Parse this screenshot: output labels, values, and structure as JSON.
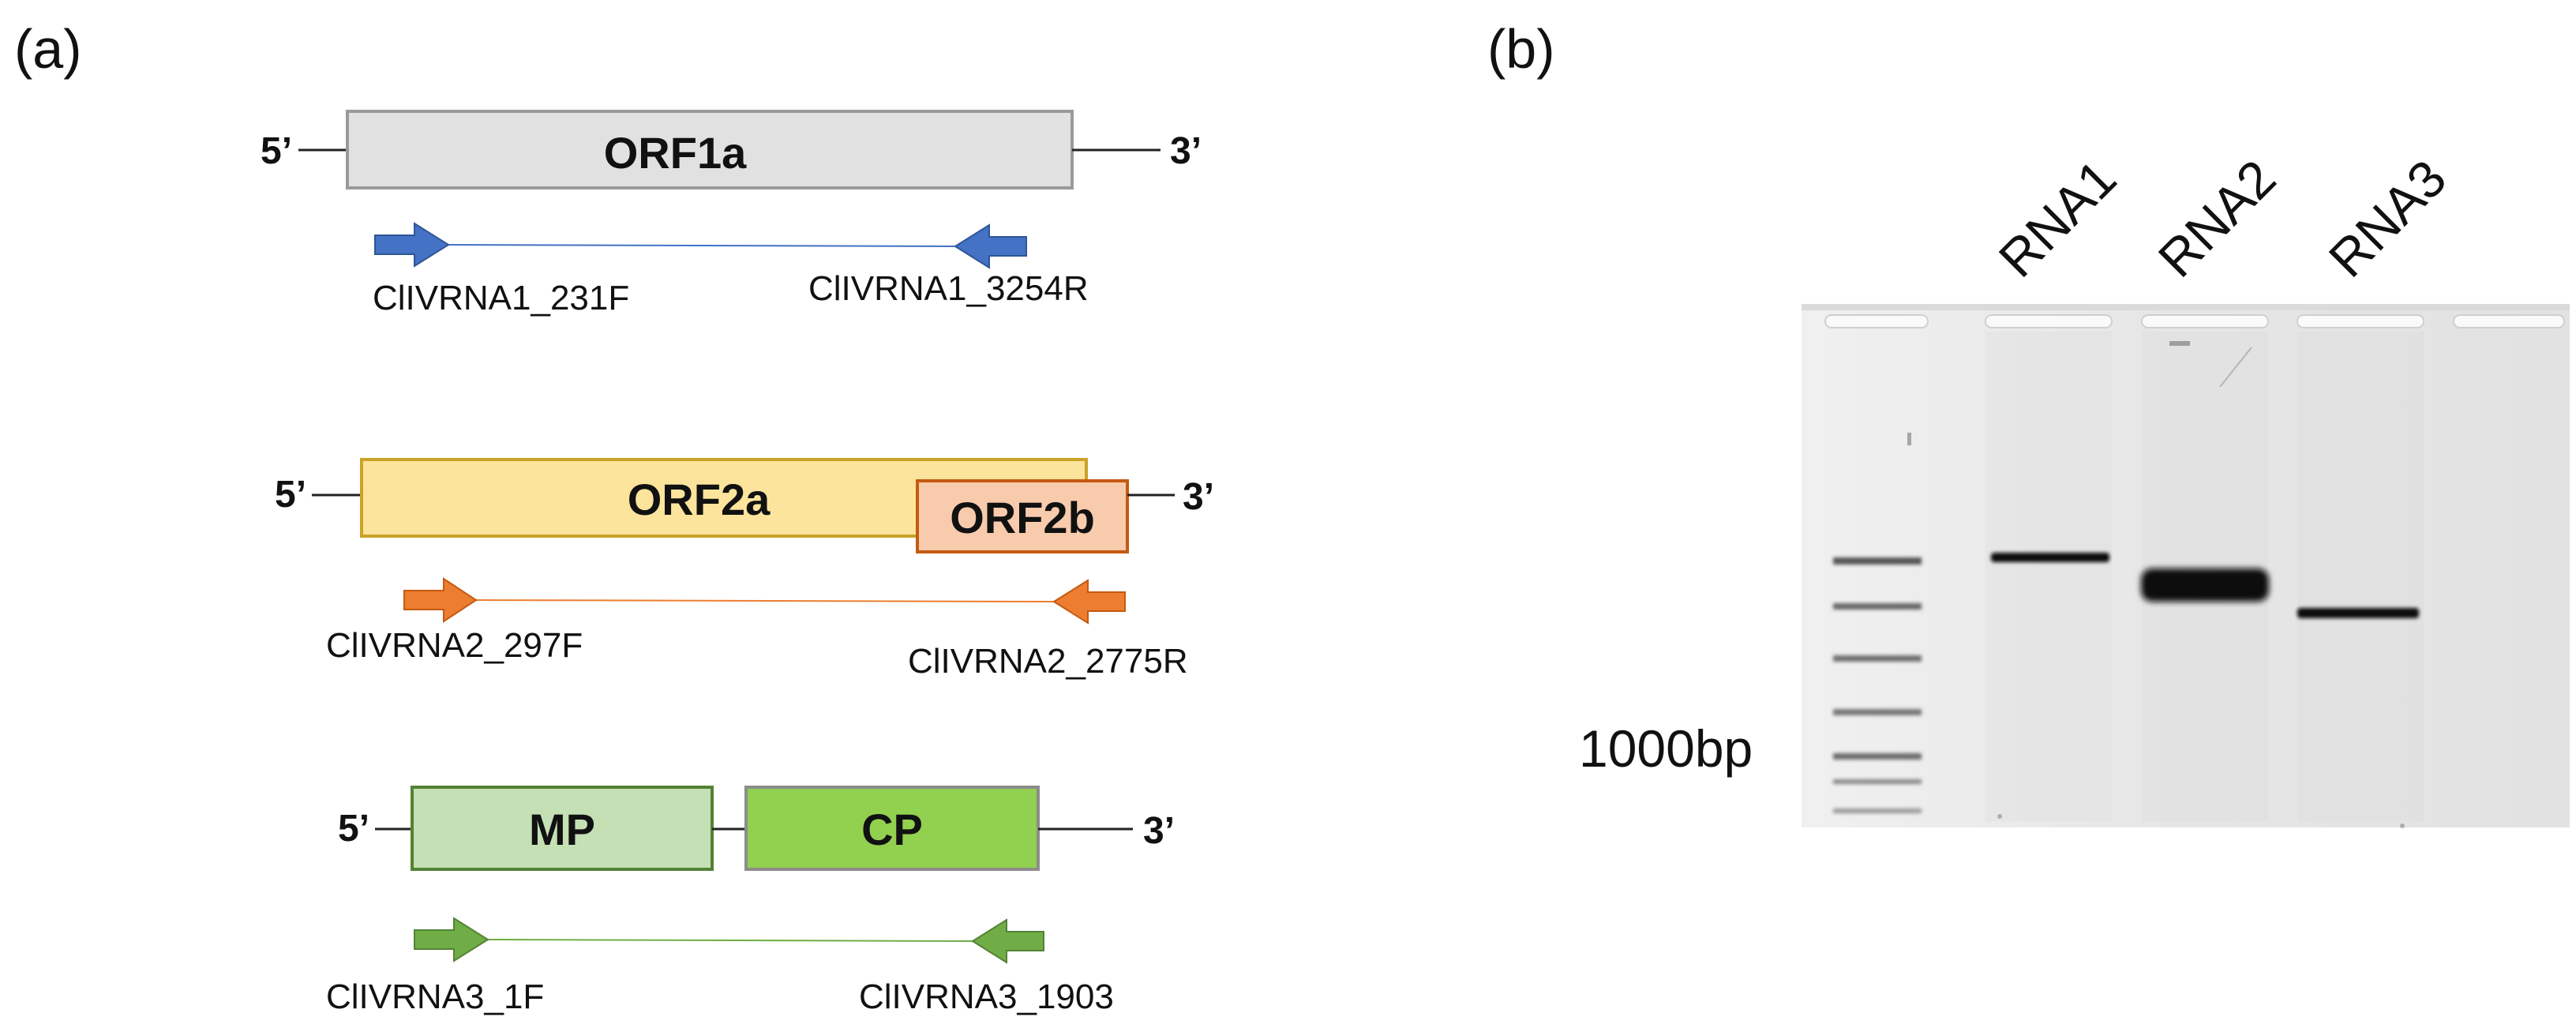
{
  "panel_a": {
    "label": "(a)",
    "five_prime": "5’",
    "three_prime": "3’",
    "rna1": {
      "orf": "ORF1a",
      "primer_f": "ClIVRNA1_231F",
      "primer_r": "ClIVRNA1_3254R",
      "box_fill": "#e1e1e1",
      "box_stroke": "#9a9a9a",
      "arrow_color": "#4472c4",
      "arrow_stroke": "#2f5597"
    },
    "rna2": {
      "orf_a": "ORF2a",
      "orf_b": "ORF2b",
      "primer_f": "ClIVRNA2_297F",
      "primer_r": "ClIVRNA2_2775R",
      "box_a_fill": "#fde49c",
      "box_a_stroke": "#c9a227",
      "box_b_fill": "#f8cbad",
      "box_b_stroke": "#c55a11",
      "arrow_color": "#ed7d31",
      "arrow_stroke": "#c55a11"
    },
    "rna3": {
      "orf_mp": "MP",
      "orf_cp": "CP",
      "primer_f": "ClIVRNA3_1F",
      "primer_r": "ClIVRNA3_1903",
      "box_mp_fill": "#c5e0b4",
      "box_mp_stroke": "#548235",
      "box_cp_fill": "#92d050",
      "box_cp_stroke": "#8c8c8c",
      "arrow_color": "#70ad47",
      "arrow_stroke": "#548235"
    }
  },
  "panel_b": {
    "label": "(b)",
    "lanes": [
      "RNA1",
      "RNA2",
      "RNA3"
    ],
    "marker_label": "1000bp",
    "gel_background": "#e6e6e6",
    "band_color": "#111111"
  }
}
